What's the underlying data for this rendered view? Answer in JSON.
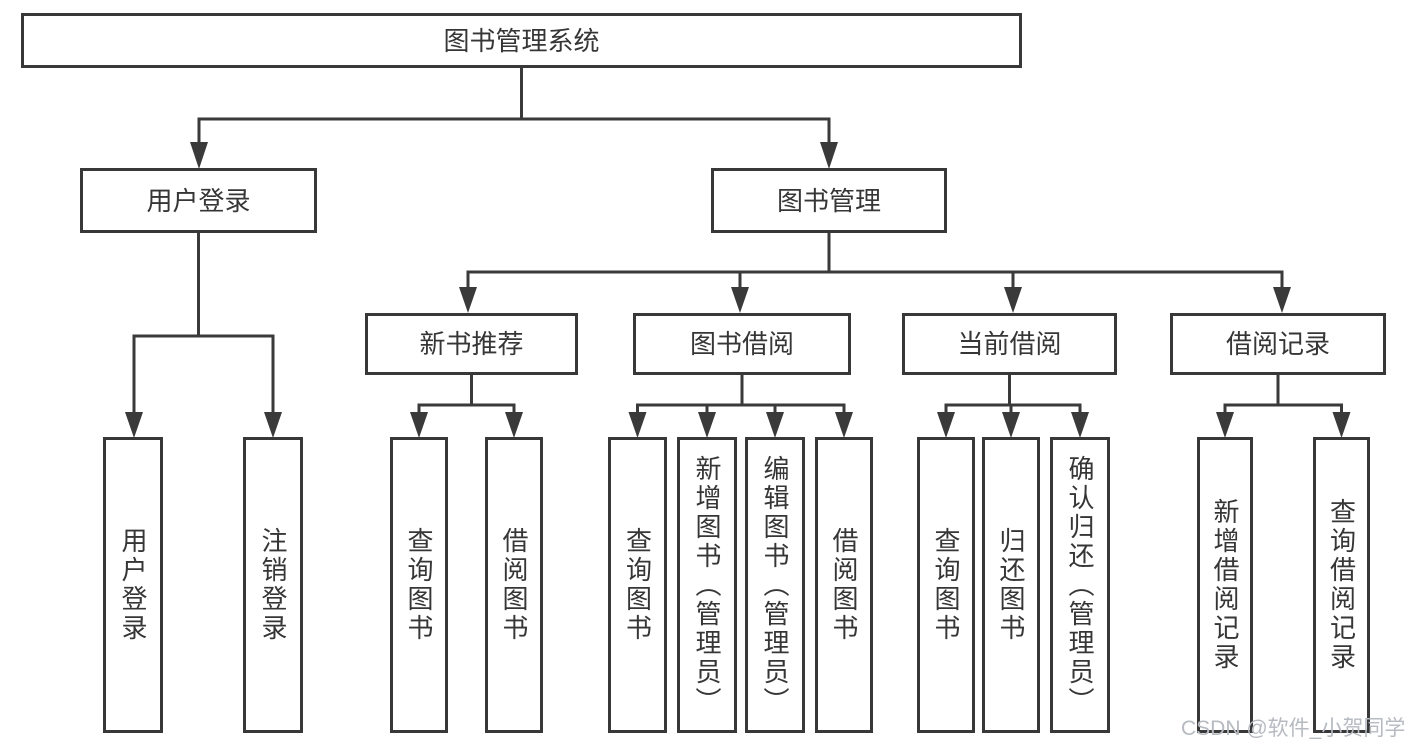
{
  "diagram": {
    "title_node": "图书管理系统",
    "branches": [
      {
        "label": "用户登录",
        "children": [
          {
            "label": "用户登录"
          },
          {
            "label": "注销登录"
          }
        ]
      },
      {
        "label": "图书管理",
        "children": [
          {
            "label": "新书推荐",
            "children": [
              {
                "label": "查询图书"
              },
              {
                "label": "借阅图书"
              }
            ]
          },
          {
            "label": "图书借阅",
            "children": [
              {
                "label": "查询图书"
              },
              {
                "label": "新增图书（管理员）"
              },
              {
                "label": "编辑图书（管理员）"
              },
              {
                "label": "借阅图书"
              }
            ]
          },
          {
            "label": "当前借阅",
            "children": [
              {
                "label": "查询图书"
              },
              {
                "label": "归还图书"
              },
              {
                "label": "确认归还（管理员）"
              }
            ]
          },
          {
            "label": "借阅记录",
            "children": [
              {
                "label": "新增借阅记录"
              },
              {
                "label": "查询借阅记录"
              }
            ]
          }
        ]
      }
    ]
  },
  "watermark": {
    "text": "CSDN @软件_小贺同学"
  },
  "colors": {
    "background": "#ffffff",
    "line": "#3a3a3a",
    "box_border": "#383838",
    "text": "#363636",
    "watermark": "#b6bac1"
  }
}
